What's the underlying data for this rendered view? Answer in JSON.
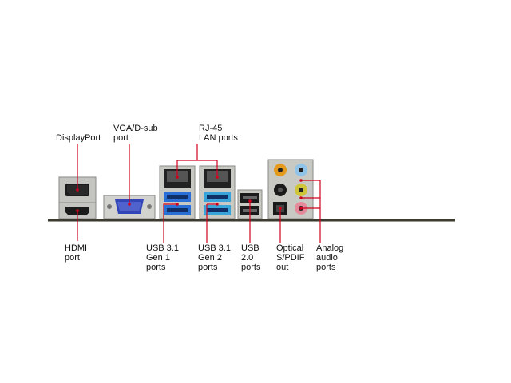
{
  "labels": {
    "displayport": [
      "DisplayPort"
    ],
    "vga": [
      "VGA/D-sub",
      "port"
    ],
    "rj45": [
      "RJ-45",
      "LAN ports"
    ],
    "hdmi": [
      "HDMI",
      "port"
    ],
    "usb31g1": [
      "USB 3.1",
      "Gen 1",
      "ports"
    ],
    "usb31g2": [
      "USB 3.1",
      "Gen 2",
      "ports"
    ],
    "usb20": [
      "USB",
      "2.0",
      "ports"
    ],
    "optical": [
      "Optical",
      "S/PDIF",
      "out"
    ],
    "analog": [
      "Analog",
      "audio",
      "ports"
    ]
  },
  "colors": {
    "callout": "#d0021b",
    "board": "#3b3b32",
    "usb3_blue": "#2a6fd6",
    "vga_blue": "#3346b8",
    "metal": "#c9c9c4",
    "audio_orange": "#e39a1d",
    "audio_blue": "#8fc3e8",
    "audio_black": "#1a1a1a",
    "audio_lime": "#cfc53a",
    "audio_pink": "#e58a9a"
  },
  "icons": [
    "displayport-connector-icon",
    "hdmi-connector-icon",
    "vga-connector-icon",
    "rj45-connector-icon",
    "usb-connector-icon",
    "audio-jack-icon",
    "optical-connector-icon"
  ]
}
